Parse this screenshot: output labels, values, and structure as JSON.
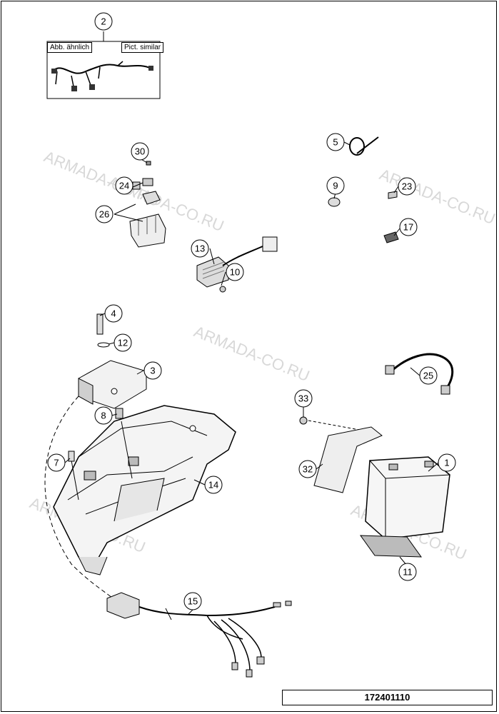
{
  "watermarks": [
    "ARMADA-CO.RU",
    "ARMADA-CO.RU",
    "ARMADA-CO.RU",
    "ARMADA-CO.RU",
    "ARMADA-CO.RU",
    "ARMADA-CO.RU"
  ],
  "inset": {
    "label_left": "Abb. ähnlich",
    "label_right": "Pict. similar"
  },
  "callouts": [
    "2",
    "30",
    "24",
    "26",
    "13",
    "10",
    "5",
    "9",
    "23",
    "17",
    "4",
    "12",
    "3",
    "8",
    "7",
    "14",
    "25",
    "33",
    "32",
    "1",
    "11",
    "15"
  ],
  "drawing_number": "172401110"
}
